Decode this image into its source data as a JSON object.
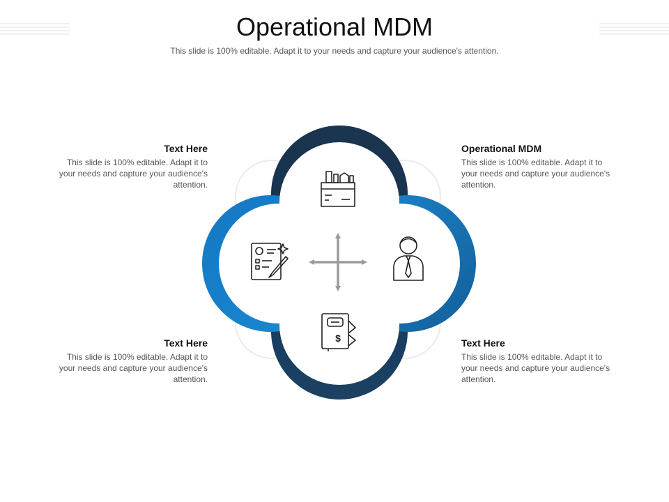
{
  "header": {
    "title": "Operational MDM",
    "subtitle": "This slide is 100% editable. Adapt it to your needs and capture your audience's attention."
  },
  "blocks": [
    {
      "heading": "Text Here",
      "body": "This slide is 100% editable. Adapt it to your needs and capture your audience's attention."
    },
    {
      "heading": "Operational MDM",
      "body": "This slide is 100% editable. Adapt it to your needs and capture your audience's attention."
    },
    {
      "heading": "Text Here",
      "body": "This slide is 100% editable. Adapt it to your needs and capture your audience's attention."
    },
    {
      "heading": "Text Here",
      "body": "This slide is 100% editable. Adapt it to your needs and capture your audience's attention."
    }
  ],
  "icons": [
    "toolbox-icon",
    "businessman-icon",
    "invoice-dollar-icon",
    "checklist-pen-icon",
    "four-way-arrow-icon"
  ],
  "colors": {
    "dark_navy": "#1b3a57",
    "blue": "#1a7fc4",
    "arrow_gray": "#9a9a9a",
    "outline_gray": "#e8e8e8"
  }
}
